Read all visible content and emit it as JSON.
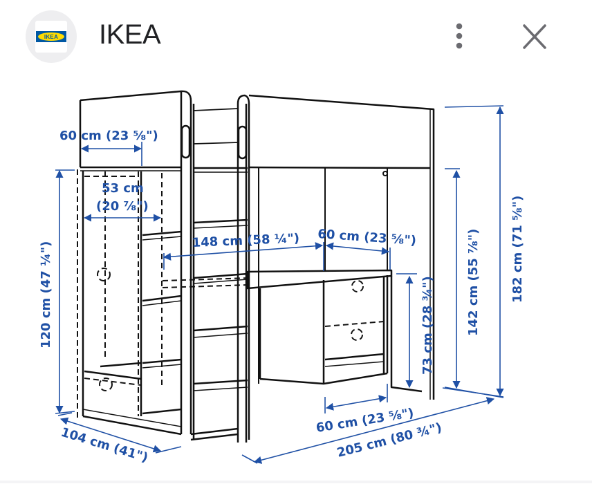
{
  "header": {
    "app_name": "IKEA",
    "logo_text": "IKEA",
    "more_icon": "more-vert-icon",
    "close_icon": "close-icon"
  },
  "colors": {
    "dimension_blue": "#1f50a5",
    "line_black": "#111111",
    "logo_blue": "#0058a3",
    "logo_yellow": "#ffdb00",
    "icon_gray": "#6b6b70"
  },
  "diagram": {
    "subject": "Loft bed with desk, wardrobe and shelves",
    "dimensions": {
      "wardrobe_width_top": "60 cm (23 ⅝\")",
      "wardrobe_inner_width_value": "53 cm",
      "wardrobe_inner_width_imperial": "(20 ⅞\")",
      "desk_span": "148 cm (58 ¼\")",
      "desk_depth": "60 cm (23 ⅝\")",
      "wardrobe_height": "120 cm (47 ¼\")",
      "desk_height": "73 cm (28 ¾\")",
      "under_bed_height": "142 cm (55 ⅞\")",
      "total_height": "182 cm (71 ⅝\")",
      "drawer_unit_width": "60 cm (23 ⅝\")",
      "total_depth": "104 cm (41\")",
      "total_length": "205 cm (80 ¾\")"
    }
  }
}
